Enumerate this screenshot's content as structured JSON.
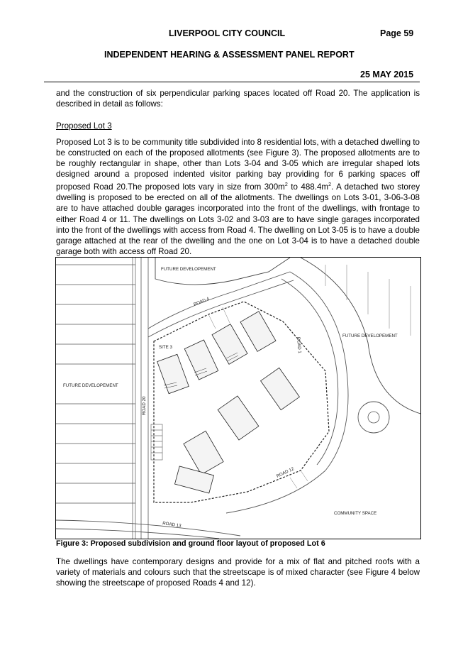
{
  "header": {
    "council": "LIVERPOOL CITY COUNCIL",
    "page": "Page 59",
    "report_title": "INDEPENDENT HEARING & ASSESSMENT PANEL REPORT",
    "date": "25 MAY 2015"
  },
  "body": {
    "intro": "and the construction of six perpendicular parking spaces located off Road 20. The application is described in detail as follows:",
    "section_heading": "Proposed Lot 3",
    "lot3_a": "Proposed Lot 3 is to be community title subdivided into 8 residential lots, with a detached dwelling to be constructed on each of the proposed allotments (see Figure 3). The proposed allotments are to be roughly rectangular in shape, other than Lots 3-04 and 3-05 which are irregular shaped lots designed around a proposed indented visitor parking bay providing for 6 parking spaces off proposed Road 20.The proposed lots vary in size from 300m",
    "sup1": "2",
    "lot3_b": " to 488.4m",
    "sup2": "2",
    "lot3_c": ". A detached two storey dwelling is proposed to be erected on all of the allotments. The dwellings on Lots 3-01, 3-06-3-08 are to have attached double garages incorporated into the front of the dwellings, with frontage to either Road 4 or 11. The dwellings on Lots 3-02 and 3-03 are to have single garages incorporated into the front of the dwellings with access from Road 4. The dwelling on Lot 3-05 is to have a double garage attached at the rear of the dwelling and the one on Lot 3-04 is to have a detached double garage both with access off Road 20.",
    "closing": "The dwellings have contemporary designs and provide for a mix of flat and pitched roofs with a variety of materials and colours such that the streetscape is of mixed character (see Figure 4 below showing the streetscape of proposed Roads 4 and 12)."
  },
  "figure": {
    "caption": "Figure 3: Proposed subdivision and ground floor layout of proposed Lot 6",
    "labels": {
      "future_top": "FUTURE DEVELOPEMENT",
      "future_left": "FUTURE DEVELOPEMENT",
      "future_right": "FUTURE DEVELOPEMENT",
      "road4": "ROAD 4",
      "road1": "ROAD 1",
      "road12": "ROAD 12",
      "road13": "ROAD 13",
      "road20": "ROAD 20",
      "site": "SITE 3",
      "community": "COMMUNITY SPACE"
    }
  }
}
